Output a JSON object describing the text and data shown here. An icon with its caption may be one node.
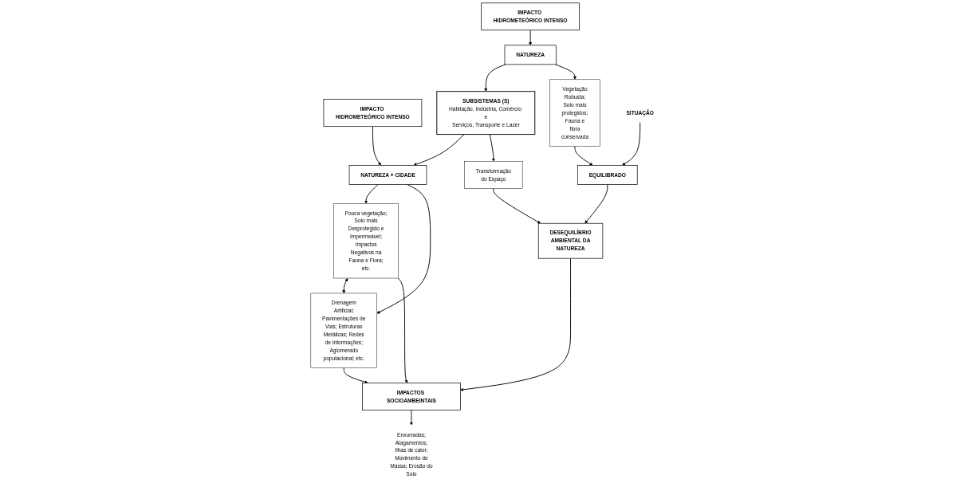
{
  "diagram": {
    "nodes": [
      {
        "text": [
          "IMPACTO HIDROMETEÓRICO INTENSO"
        ]
      },
      {
        "text": [
          "IMPACTO HIDROMETEÓRICO INTENSO"
        ]
      },
      {
        "text": [
          "NATUREZA"
        ]
      },
      {
        "text": [
          "SUBSISTEMAS (S)",
          "Habitação, Indústria, Comércio e Serviços, Transporte e Lazer"
        ]
      },
      {
        "text": [
          "NATUREZA + CIDADE"
        ]
      },
      {
        "text": [
          "Vegetação Robusta; Solo mais protegidos; Fauna e flora conservada"
        ]
      },
      {
        "text": [
          "Transformação do Espaço"
        ]
      },
      {
        "text": [
          "Pouca vegetação; Solo mais Desprotegido e Impermeável; Impactos Negativos na Fauna e Flora; etc."
        ]
      },
      {
        "text": [
          "Drenagem Artificial; Pavimentações de Vias; Estruturas Metálicas; Redes de Informações; Aglomerado populacional; etc."
        ]
      },
      {
        "text": [
          "SITUAÇÃO"
        ]
      },
      {
        "text": [
          "EQUILIBRADO"
        ]
      },
      {
        "text": [
          "DESEQUILÍBRIO AMBIENTAL DA NATUREZA"
        ]
      },
      {
        "text": [
          "IMPACTOS SOCIOAMBEINTAIS"
        ]
      },
      {
        "text": [
          "Enxurradas; Alagamentos; Ilhas de calor; Movimento de Massa; Erosão do Solo"
        ]
      }
    ],
    "edges": [
      {
        "from": 0,
        "to": 2,
        "arrow": "to"
      },
      {
        "from": 2,
        "to": 3,
        "arrow": "to"
      },
      {
        "from": 3,
        "to": 4,
        "arrow": "to"
      },
      {
        "from": 1,
        "to": 4,
        "arrow": "to"
      },
      {
        "from": 2,
        "to": 5,
        "arrow": "to"
      },
      {
        "from": 3,
        "to": 6,
        "arrow": "to"
      },
      {
        "from": 4,
        "to": 7,
        "arrow": "to"
      },
      {
        "from": 4,
        "to": 8,
        "arrow": "to"
      },
      {
        "from": 7,
        "to": 8,
        "arrow": "both"
      },
      {
        "from": 5,
        "to": 10,
        "arrow": "to"
      },
      {
        "from": 6,
        "to": 11,
        "arrow": "to"
      },
      {
        "from": 7,
        "to": 12,
        "arrow": "to"
      },
      {
        "from": 8,
        "to": 12,
        "arrow": "to"
      },
      {
        "from": 9,
        "to": 10,
        "arrow": "to"
      },
      {
        "from": 10,
        "to": 11,
        "arrow": "to"
      },
      {
        "from": 11,
        "to": 12,
        "arrow": "to"
      },
      {
        "from": 12,
        "to": 13,
        "arrow": "to"
      }
    ]
  }
}
